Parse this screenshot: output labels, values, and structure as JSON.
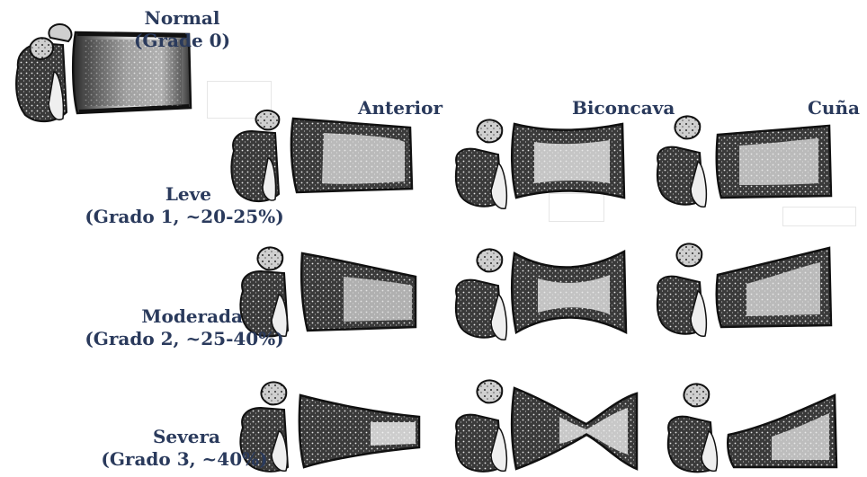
{
  "columns": {
    "anterior": "Anterior",
    "biconcava": "Biconcava",
    "cuna": "Cuña"
  },
  "rows": {
    "normal": {
      "line1": "Normal",
      "line2": "(Grade 0)"
    },
    "leve": {
      "line1": "Leve",
      "line2": "(Grado 1, ~20-25%)"
    },
    "moderada": {
      "line1": "Moderada",
      "line2": "(Grado 2, ~25-40%)"
    },
    "severa": {
      "line1": "Severa",
      "line2": "(Grado 3, ~40%)"
    }
  },
  "colors": {
    "label": "#2a3a5c",
    "bone_dark": "#1f1f1f",
    "bone_mid": "#5a5a5a",
    "bone_light": "#c8c8c8"
  }
}
